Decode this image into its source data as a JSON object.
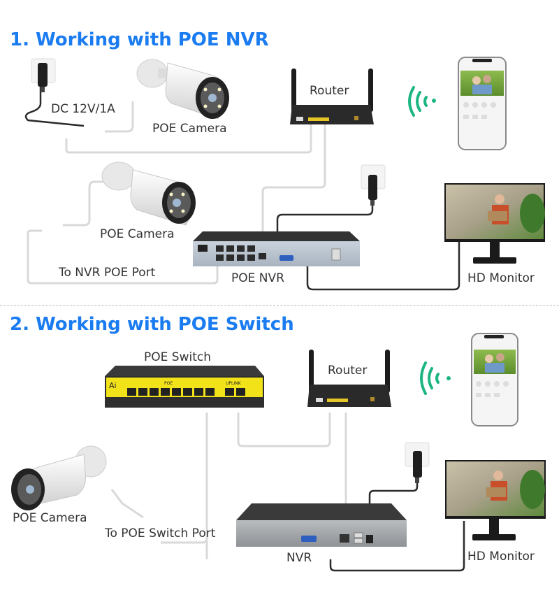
{
  "section1": {
    "title": "1. Working with POE NVR",
    "labels": {
      "dc_power": "DC 12V/1A",
      "camera_1": "POE Camera",
      "camera_2": "POE Camera",
      "router": "Router",
      "nvr_port": "To NVR POE Port",
      "nvr": "POE NVR",
      "monitor": "HD Monitor"
    }
  },
  "section2": {
    "title": "2. Working with POE Switch",
    "labels": {
      "switch": "POE Switch",
      "router": "Router",
      "camera": "POE Camera",
      "switch_port": "To POE Switch Port",
      "nvr": "NVR",
      "monitor": "HD Monitor"
    }
  },
  "device_marks": {
    "switch_brand": "Ai",
    "switch_poe": "POE",
    "switch_uplink": "UPLINK"
  },
  "colors": {
    "title": "#1a7cf0",
    "wifi": "#1db584",
    "switch_panel": "#f2e21a",
    "cable_ethernet": "#d9d9d9",
    "cable_power": "#2b2b2b"
  }
}
